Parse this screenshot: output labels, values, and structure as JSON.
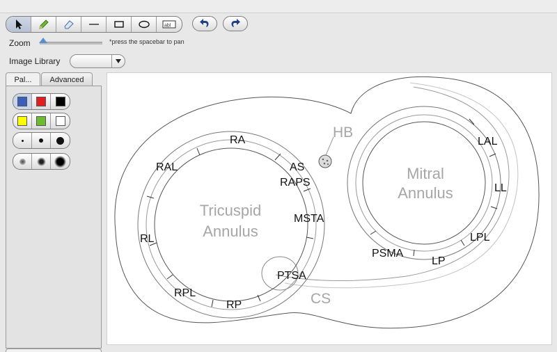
{
  "toolbar": {
    "tools": [
      {
        "name": "select-tool",
        "icon": "arrow-cursor-icon",
        "active": true
      },
      {
        "name": "pencil-tool",
        "icon": "pencil-icon",
        "active": false
      },
      {
        "name": "eraser-tool",
        "icon": "eraser-icon",
        "active": false
      },
      {
        "name": "line-tool",
        "icon": "line-icon",
        "active": false
      },
      {
        "name": "rectangle-tool",
        "icon": "rectangle-icon",
        "active": false
      },
      {
        "name": "ellipse-tool",
        "icon": "ellipse-icon",
        "active": false
      },
      {
        "name": "text-field-tool",
        "icon": "text-field-icon",
        "active": false
      }
    ],
    "undo_icon": "undo-icon",
    "redo_icon": "redo-icon",
    "text_tool_glyph": "abl"
  },
  "zoom": {
    "label": "Zoom",
    "hint": "*press the spacebar to pan",
    "level": 0.05
  },
  "image_library": {
    "label": "Image Library",
    "selected": ""
  },
  "tabs": [
    {
      "label": "Pal...",
      "selected": true
    },
    {
      "label": "Advanced",
      "selected": false
    }
  ],
  "palette": {
    "colors_row1": [
      "#3a5fb8",
      "#e02020",
      "#000000"
    ],
    "colors_row2": [
      "#ffff00",
      "#6dbb2e",
      "#ffffff"
    ],
    "brush_sizes": [
      "small",
      "medium",
      "large"
    ],
    "soft_brushes": [
      "small-soft",
      "medium-soft",
      "large-soft"
    ],
    "selected_color_index": 0
  },
  "diagram": {
    "labels": {
      "hb": "HB",
      "mitral_line1": "Mitral",
      "mitral_line2": "Annulus",
      "tricuspid_line1": "Tricuspid",
      "tricuspid_line2": "Annulus",
      "cs": "CS",
      "ra": "RA",
      "ral": "RAL",
      "rl": "RL",
      "rpl": "RPL",
      "rp": "RP",
      "as": "AS",
      "raps": "RAPS",
      "msta": "MSTA",
      "ptsa": "PTSA",
      "lal": "LAL",
      "ll": "LL",
      "lpl": "LPL",
      "lp": "LP",
      "psma": "PSMA"
    },
    "colors": {
      "outline": "#555555",
      "ring": "#888888",
      "grey_text": "#a6a6a6",
      "black_text": "#111111"
    }
  }
}
